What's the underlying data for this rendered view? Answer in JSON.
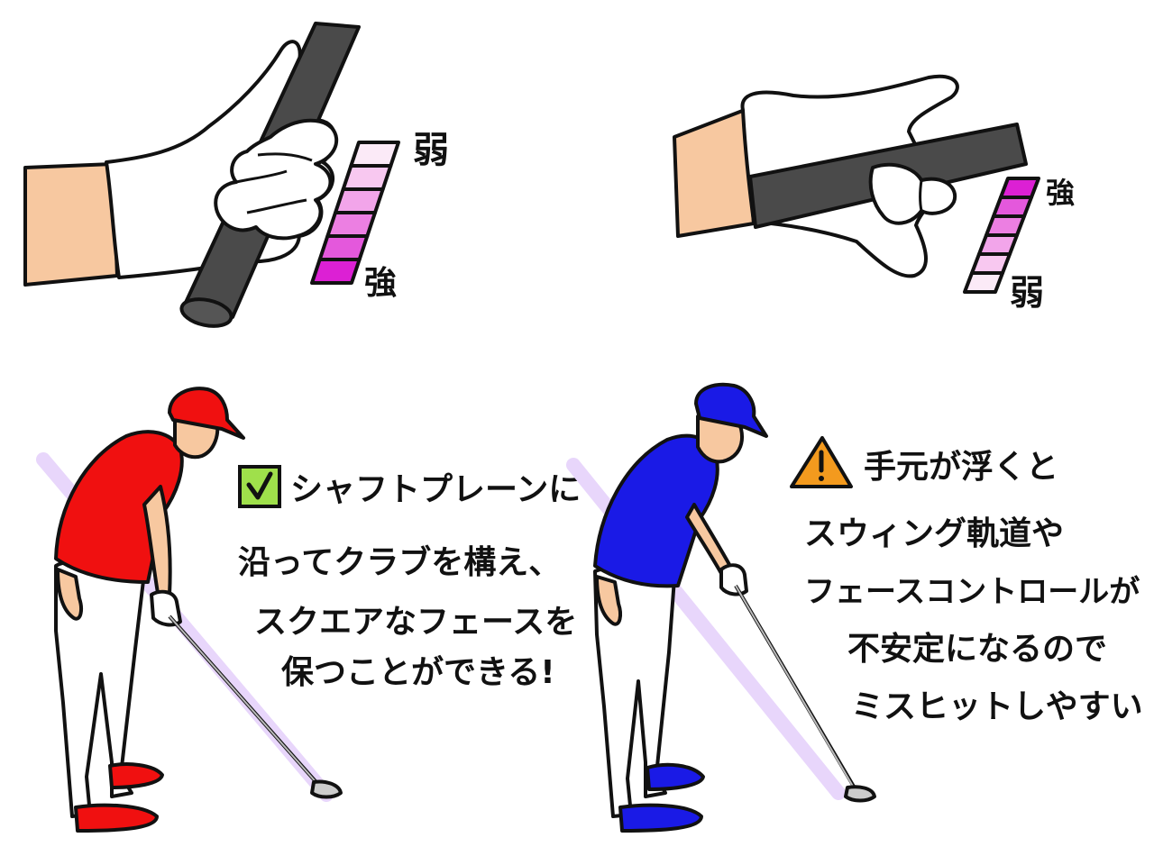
{
  "colors": {
    "skin": "#f7c8a0",
    "glove": "#ffffff",
    "grip": "#4a4a4a",
    "good_player": "#f01010",
    "bad_player": "#1a1ae6",
    "hair": "#9b8a80",
    "pants": "#ffffff",
    "shaft_plane": "#e8d6fb",
    "check_box": "#9fe04b",
    "warning": "#f39a1e",
    "pressure_levels": [
      "#fbeaf7",
      "#f8c8f0",
      "#f2a5ea",
      "#ec7fe2",
      "#e458dc",
      "#dc20d4"
    ]
  },
  "top_left": {
    "label_weak": "弱",
    "label_strong": "強"
  },
  "top_right": {
    "label_strong": "強",
    "label_weak": "弱"
  },
  "good_caption": {
    "icon": "check-icon",
    "lines": [
      "シャフトプレーンに",
      "沿ってクラブを構え、",
      "スクエアなフェースを",
      "保つことができる!"
    ]
  },
  "bad_caption": {
    "icon": "warning-icon",
    "lines": [
      "手元が浮くと",
      "スウィング軌道や",
      "フェースコントロールが",
      "不安定になるので",
      "ミスヒットしやすい"
    ]
  }
}
